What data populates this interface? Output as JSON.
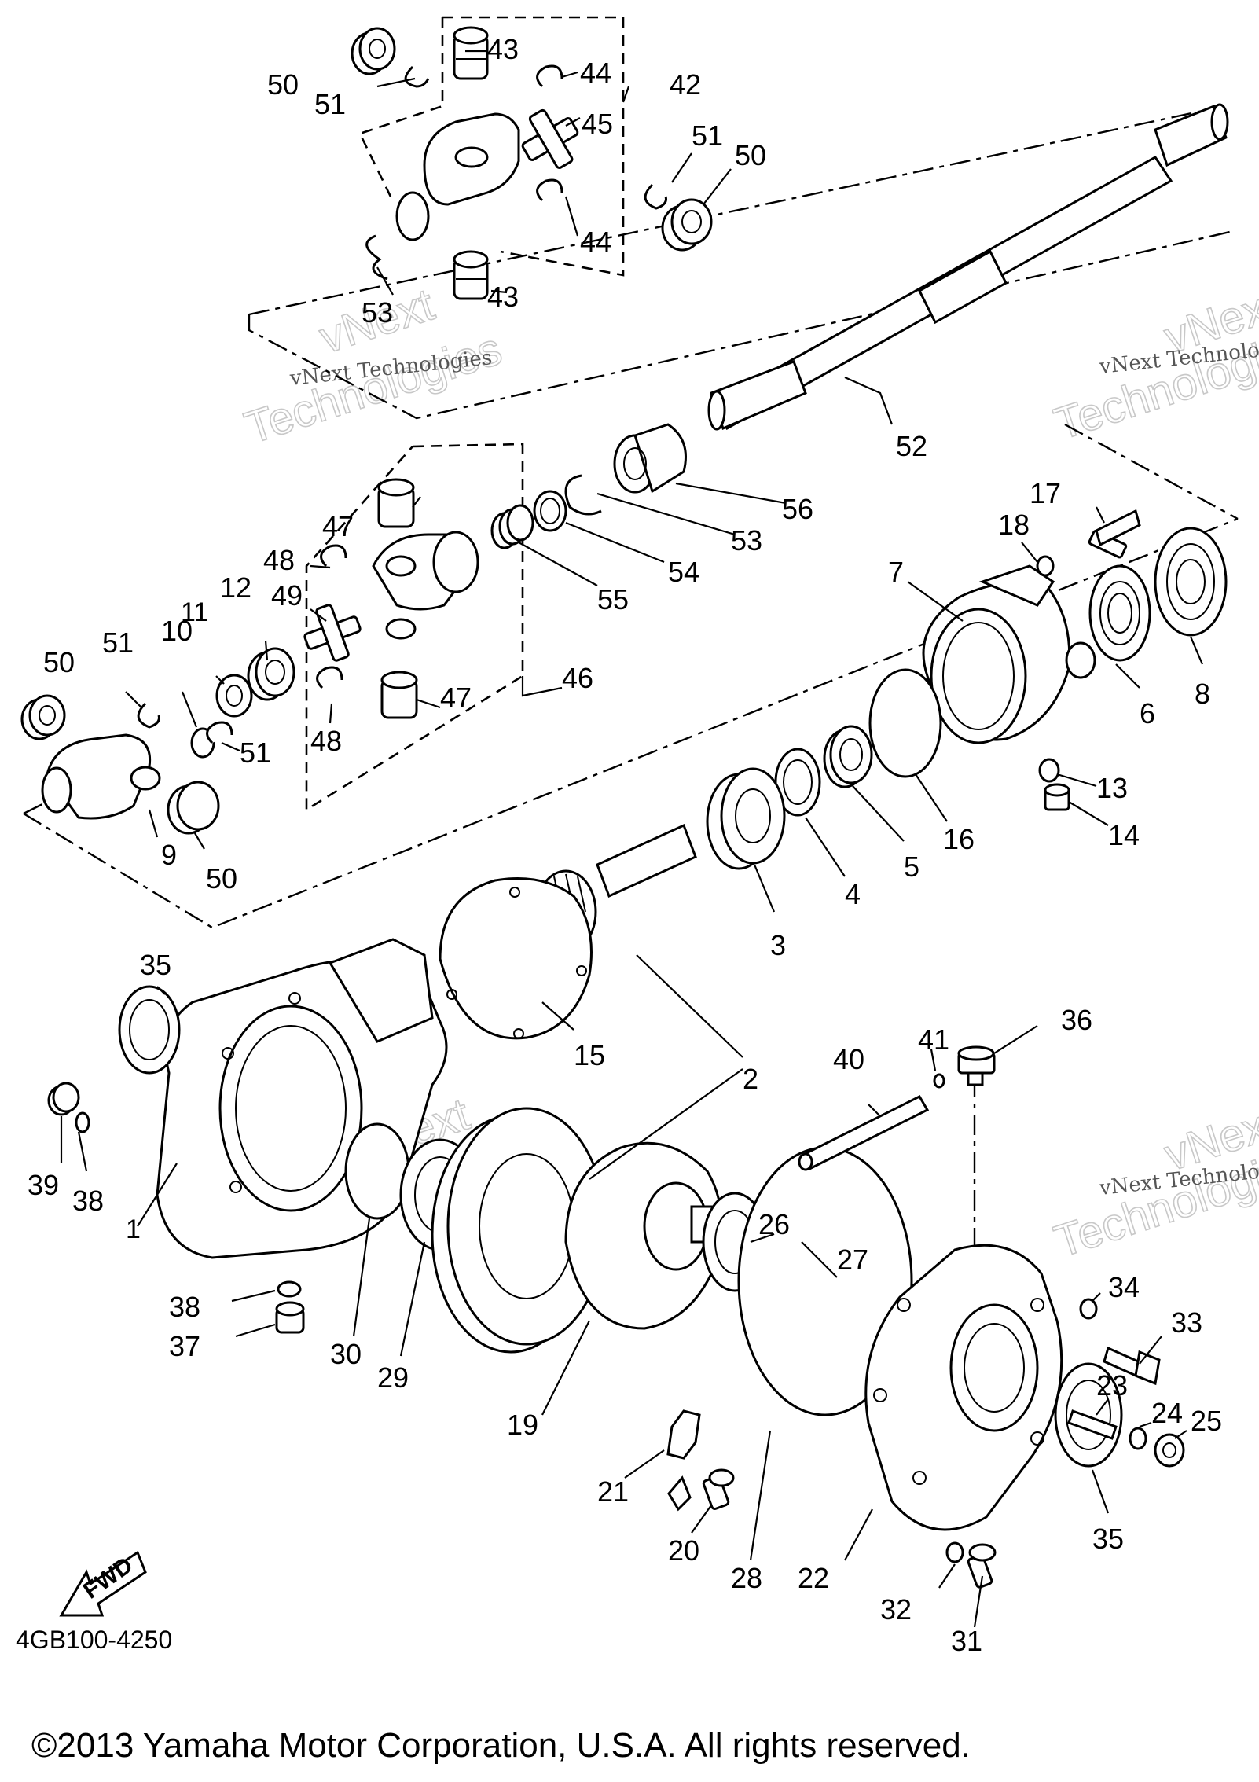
{
  "diagram_code": "4GB100-4250",
  "copyright": "©2013 Yamaha Motor Corporation, U.S.A. All rights reserved.",
  "fwd_label": "FWD",
  "watermark_small": "vNext Technologies",
  "watermark_a": "vNext",
  "watermark_b": "Technologies",
  "callouts": [
    {
      "id": "50a",
      "label": "50"
    },
    {
      "id": "51a",
      "label": "51"
    },
    {
      "id": "43a",
      "label": "43"
    },
    {
      "id": "44a",
      "label": "44"
    },
    {
      "id": "42",
      "label": "42"
    },
    {
      "id": "45",
      "label": "45"
    },
    {
      "id": "51b",
      "label": "51"
    },
    {
      "id": "50b",
      "label": "50"
    },
    {
      "id": "44b",
      "label": "44"
    },
    {
      "id": "53a",
      "label": "53"
    },
    {
      "id": "43b",
      "label": "43"
    },
    {
      "id": "52",
      "label": "52"
    },
    {
      "id": "56",
      "label": "56"
    },
    {
      "id": "53b",
      "label": "53"
    },
    {
      "id": "54",
      "label": "54"
    },
    {
      "id": "55",
      "label": "55"
    },
    {
      "id": "47a",
      "label": "47"
    },
    {
      "id": "48a",
      "label": "48"
    },
    {
      "id": "49",
      "label": "49"
    },
    {
      "id": "12",
      "label": "12"
    },
    {
      "id": "11",
      "label": "11"
    },
    {
      "id": "10",
      "label": "10"
    },
    {
      "id": "51c",
      "label": "51"
    },
    {
      "id": "50c",
      "label": "50"
    },
    {
      "id": "46",
      "label": "46"
    },
    {
      "id": "47b",
      "label": "47"
    },
    {
      "id": "48b",
      "label": "48"
    },
    {
      "id": "51d",
      "label": "51"
    },
    {
      "id": "9",
      "label": "9"
    },
    {
      "id": "50d",
      "label": "50"
    },
    {
      "id": "17",
      "label": "17"
    },
    {
      "id": "18",
      "label": "18"
    },
    {
      "id": "7",
      "label": "7"
    },
    {
      "id": "6",
      "label": "6"
    },
    {
      "id": "8",
      "label": "8"
    },
    {
      "id": "13",
      "label": "13"
    },
    {
      "id": "14",
      "label": "14"
    },
    {
      "id": "16",
      "label": "16"
    },
    {
      "id": "5",
      "label": "5"
    },
    {
      "id": "4",
      "label": "4"
    },
    {
      "id": "3",
      "label": "3"
    },
    {
      "id": "35a",
      "label": "35"
    },
    {
      "id": "15",
      "label": "15"
    },
    {
      "id": "2",
      "label": "2"
    },
    {
      "id": "41",
      "label": "41"
    },
    {
      "id": "36",
      "label": "36"
    },
    {
      "id": "40",
      "label": "40"
    },
    {
      "id": "39",
      "label": "39"
    },
    {
      "id": "38a",
      "label": "38"
    },
    {
      "id": "1",
      "label": "1"
    },
    {
      "id": "26",
      "label": "26"
    },
    {
      "id": "27",
      "label": "27"
    },
    {
      "id": "38b",
      "label": "38"
    },
    {
      "id": "37",
      "label": "37"
    },
    {
      "id": "30",
      "label": "30"
    },
    {
      "id": "29",
      "label": "29"
    },
    {
      "id": "34",
      "label": "34"
    },
    {
      "id": "33",
      "label": "33"
    },
    {
      "id": "23",
      "label": "23"
    },
    {
      "id": "24",
      "label": "24"
    },
    {
      "id": "25",
      "label": "25"
    },
    {
      "id": "19",
      "label": "19"
    },
    {
      "id": "21",
      "label": "21"
    },
    {
      "id": "20",
      "label": "20"
    },
    {
      "id": "28",
      "label": "28"
    },
    {
      "id": "22",
      "label": "22"
    },
    {
      "id": "35b",
      "label": "35"
    },
    {
      "id": "32",
      "label": "32"
    },
    {
      "id": "31",
      "label": "31"
    }
  ]
}
